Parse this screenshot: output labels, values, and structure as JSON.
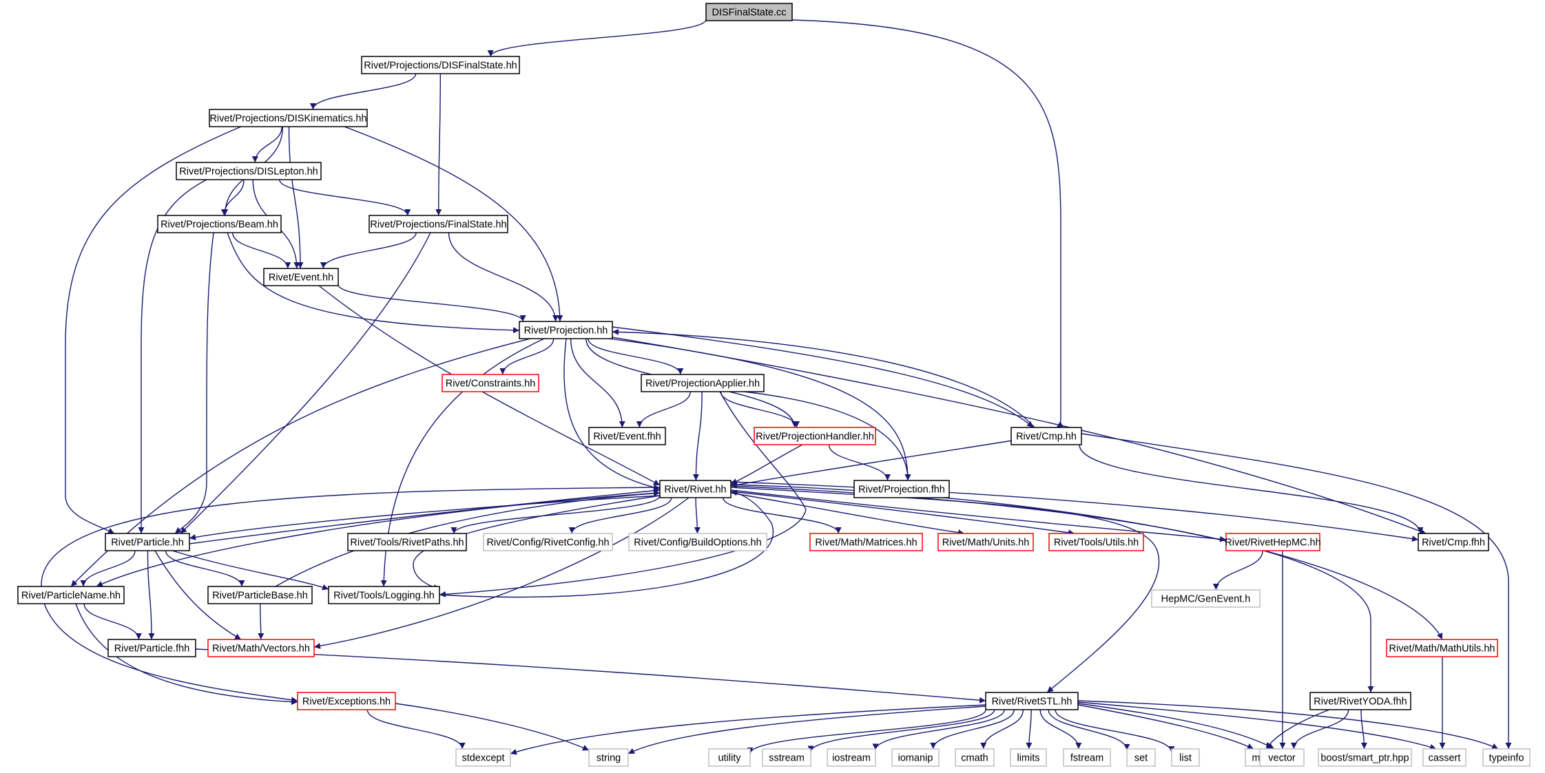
{
  "graph": {
    "colors": {
      "edge": "#191970",
      "root_fill": "#bfbfbf",
      "black": "#000000",
      "red": "#ff0000",
      "gray": "#bfbfbf",
      "text": "#000000"
    },
    "nodes": [
      {
        "id": "root",
        "label": "DISFinalState.cc",
        "style": "root"
      },
      {
        "id": "dfs",
        "label": "Rivet/Projections/DISFinalState.hh",
        "style": "black"
      },
      {
        "id": "dkin",
        "label": "Rivet/Projections/DISKinematics.hh",
        "style": "black"
      },
      {
        "id": "dlep",
        "label": "Rivet/Projections/DISLepton.hh",
        "style": "black"
      },
      {
        "id": "beam",
        "label": "Rivet/Projections/Beam.hh",
        "style": "black"
      },
      {
        "id": "fs",
        "label": "Rivet/Projections/FinalState.hh",
        "style": "black"
      },
      {
        "id": "event",
        "label": "Rivet/Event.hh",
        "style": "black"
      },
      {
        "id": "proj",
        "label": "Rivet/Projection.hh",
        "style": "black"
      },
      {
        "id": "constr",
        "label": "Rivet/Constraints.hh",
        "style": "red"
      },
      {
        "id": "papp",
        "label": "Rivet/ProjectionApplier.hh",
        "style": "black"
      },
      {
        "id": "eventfhh",
        "label": "Rivet/Event.fhh",
        "style": "black"
      },
      {
        "id": "phand",
        "label": "Rivet/ProjectionHandler.hh",
        "style": "red"
      },
      {
        "id": "cmp",
        "label": "Rivet/Cmp.hh",
        "style": "black"
      },
      {
        "id": "rivet",
        "label": "Rivet/Rivet.hh",
        "style": "black"
      },
      {
        "id": "projfhh",
        "label": "Rivet/Projection.fhh",
        "style": "black"
      },
      {
        "id": "particle",
        "label": "Rivet/Particle.hh",
        "style": "black"
      },
      {
        "id": "paths",
        "label": "Rivet/Tools/RivetPaths.hh",
        "style": "black"
      },
      {
        "id": "rconf",
        "label": "Rivet/Config/RivetConfig.hh",
        "style": "gray"
      },
      {
        "id": "bopt",
        "label": "Rivet/Config/BuildOptions.hh",
        "style": "gray"
      },
      {
        "id": "matrices",
        "label": "Rivet/Math/Matrices.hh",
        "style": "red"
      },
      {
        "id": "units",
        "label": "Rivet/Math/Units.hh",
        "style": "red"
      },
      {
        "id": "utils",
        "label": "Rivet/Tools/Utils.hh",
        "style": "red"
      },
      {
        "id": "hepmc",
        "label": "Rivet/RivetHepMC.hh",
        "style": "red"
      },
      {
        "id": "cmpfhh",
        "label": "Rivet/Cmp.fhh",
        "style": "black"
      },
      {
        "id": "pname",
        "label": "Rivet/ParticleName.hh",
        "style": "black"
      },
      {
        "id": "pbase",
        "label": "Rivet/ParticleBase.hh",
        "style": "black"
      },
      {
        "id": "logging",
        "label": "Rivet/Tools/Logging.hh",
        "style": "black"
      },
      {
        "id": "genevent",
        "label": "HepMC/GenEvent.h",
        "style": "gray"
      },
      {
        "id": "pfhh",
        "label": "Rivet/Particle.fhh",
        "style": "black"
      },
      {
        "id": "vectors",
        "label": "Rivet/Math/Vectors.hh",
        "style": "red"
      },
      {
        "id": "mathutils",
        "label": "Rivet/Math/MathUtils.hh",
        "style": "red"
      },
      {
        "id": "exc",
        "label": "Rivet/Exceptions.hh",
        "style": "red"
      },
      {
        "id": "stl",
        "label": "Rivet/RivetSTL.hh",
        "style": "black"
      },
      {
        "id": "yoda",
        "label": "Rivet/RivetYODA.fhh",
        "style": "black"
      },
      {
        "id": "stdexcept",
        "label": "stdexcept",
        "style": "gray"
      },
      {
        "id": "string",
        "label": "string",
        "style": "gray"
      },
      {
        "id": "utility",
        "label": "utility",
        "style": "gray"
      },
      {
        "id": "sstream",
        "label": "sstream",
        "style": "gray"
      },
      {
        "id": "iostream",
        "label": "iostream",
        "style": "gray"
      },
      {
        "id": "iomanip",
        "label": "iomanip",
        "style": "gray"
      },
      {
        "id": "cmath",
        "label": "cmath",
        "style": "gray"
      },
      {
        "id": "limits",
        "label": "limits",
        "style": "gray"
      },
      {
        "id": "fstream",
        "label": "fstream",
        "style": "gray"
      },
      {
        "id": "set",
        "label": "set",
        "style": "gray"
      },
      {
        "id": "list",
        "label": "list",
        "style": "gray"
      },
      {
        "id": "map",
        "label": "map",
        "style": "gray"
      },
      {
        "id": "vector",
        "label": "vector",
        "style": "gray"
      },
      {
        "id": "boost",
        "label": "boost/smart_ptr.hpp",
        "style": "gray"
      },
      {
        "id": "cassert",
        "label": "cassert",
        "style": "gray"
      },
      {
        "id": "typeinfo",
        "label": "typeinfo",
        "style": "gray"
      }
    ],
    "edges": [
      [
        "root",
        "dfs"
      ],
      [
        "root",
        "cmp"
      ],
      [
        "dfs",
        "dkin"
      ],
      [
        "dfs",
        "fs"
      ],
      [
        "dkin",
        "dlep"
      ],
      [
        "dkin",
        "beam"
      ],
      [
        "dkin",
        "event"
      ],
      [
        "dkin",
        "proj"
      ],
      [
        "dkin",
        "particle"
      ],
      [
        "dlep",
        "beam"
      ],
      [
        "dlep",
        "event"
      ],
      [
        "dlep",
        "fs"
      ],
      [
        "dlep",
        "particle"
      ],
      [
        "beam",
        "event"
      ],
      [
        "beam",
        "proj"
      ],
      [
        "beam",
        "particle"
      ],
      [
        "fs",
        "event"
      ],
      [
        "fs",
        "proj"
      ],
      [
        "fs",
        "particle"
      ],
      [
        "event",
        "proj"
      ],
      [
        "event",
        "rivet"
      ],
      [
        "proj",
        "constr"
      ],
      [
        "proj",
        "papp"
      ],
      [
        "proj",
        "eventfhh"
      ],
      [
        "proj",
        "phand"
      ],
      [
        "proj",
        "cmp"
      ],
      [
        "proj",
        "rivet"
      ],
      [
        "proj",
        "projfhh"
      ],
      [
        "proj",
        "cmpfhh"
      ],
      [
        "proj",
        "pname"
      ],
      [
        "proj",
        "logging"
      ],
      [
        "papp",
        "eventfhh"
      ],
      [
        "papp",
        "phand"
      ],
      [
        "papp",
        "rivet"
      ],
      [
        "papp",
        "projfhh"
      ],
      [
        "papp",
        "logging"
      ],
      [
        "phand",
        "rivet"
      ],
      [
        "phand",
        "projfhh"
      ],
      [
        "cmp",
        "proj"
      ],
      [
        "cmp",
        "rivet"
      ],
      [
        "cmp",
        "cmpfhh"
      ],
      [
        "cmp",
        "typeinfo"
      ],
      [
        "rivet",
        "particle"
      ],
      [
        "rivet",
        "paths"
      ],
      [
        "rivet",
        "rconf"
      ],
      [
        "rivet",
        "bopt"
      ],
      [
        "rivet",
        "matrices"
      ],
      [
        "rivet",
        "units"
      ],
      [
        "rivet",
        "utils"
      ],
      [
        "rivet",
        "hepmc"
      ],
      [
        "rivet",
        "cmpfhh"
      ],
      [
        "rivet",
        "pname"
      ],
      [
        "rivet",
        "logging"
      ],
      [
        "rivet",
        "exc"
      ],
      [
        "rivet",
        "stl"
      ],
      [
        "rivet",
        "yoda"
      ],
      [
        "rivet",
        "mathutils"
      ],
      [
        "rivet",
        "vectors"
      ],
      [
        "particle",
        "rivet"
      ],
      [
        "particle",
        "pname"
      ],
      [
        "particle",
        "pbase"
      ],
      [
        "particle",
        "logging"
      ],
      [
        "particle",
        "pfhh"
      ],
      [
        "particle",
        "vectors"
      ],
      [
        "pbase",
        "rivet"
      ],
      [
        "pbase",
        "vectors"
      ],
      [
        "logging",
        "rivet"
      ],
      [
        "pname",
        "pfhh"
      ],
      [
        "pname",
        "exc"
      ],
      [
        "pfhh",
        "stl"
      ],
      [
        "hepmc",
        "genevent"
      ],
      [
        "hepmc",
        "vector"
      ],
      [
        "mathutils",
        "cassert"
      ],
      [
        "exc",
        "stdexcept"
      ],
      [
        "exc",
        "string"
      ],
      [
        "stl",
        "stdexcept"
      ],
      [
        "stl",
        "string"
      ],
      [
        "stl",
        "utility"
      ],
      [
        "stl",
        "sstream"
      ],
      [
        "stl",
        "iostream"
      ],
      [
        "stl",
        "iomanip"
      ],
      [
        "stl",
        "cmath"
      ],
      [
        "stl",
        "limits"
      ],
      [
        "stl",
        "fstream"
      ],
      [
        "stl",
        "set"
      ],
      [
        "stl",
        "list"
      ],
      [
        "stl",
        "map"
      ],
      [
        "stl",
        "vector"
      ],
      [
        "stl",
        "cassert"
      ],
      [
        "stl",
        "typeinfo"
      ],
      [
        "yoda",
        "map"
      ],
      [
        "yoda",
        "vector"
      ],
      [
        "yoda",
        "boost"
      ]
    ]
  }
}
